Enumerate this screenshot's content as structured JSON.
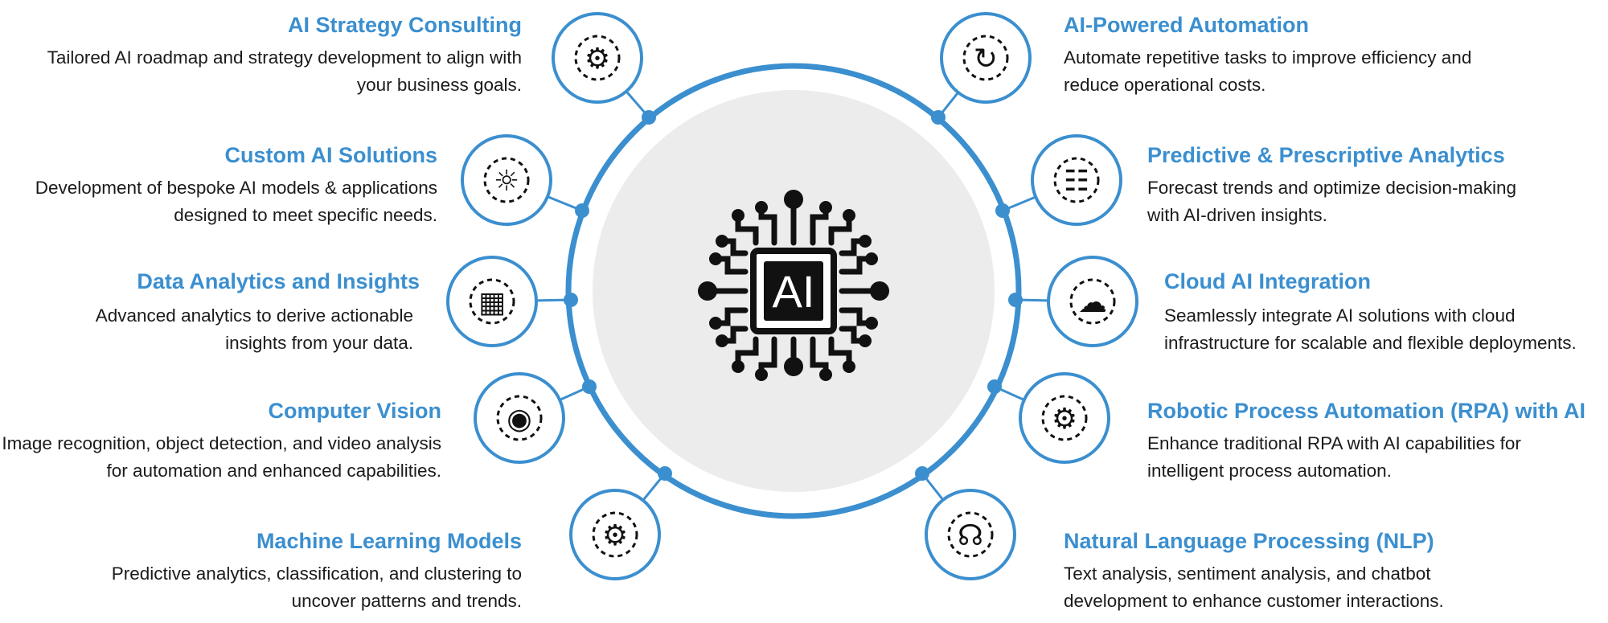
{
  "hub": {
    "label": "AI",
    "accent": "#3b8fcf",
    "icon": "ai-chip-icon"
  },
  "services": [
    {
      "title": "AI Strategy Consulting",
      "description": "Tailored AI roadmap and strategy development to align with your business goals.",
      "icon": "gear-brain-icon"
    },
    {
      "title": "Custom AI Solutions",
      "description": "Development of bespoke AI models & applications designed to meet specific needs.",
      "icon": "ai-lightbulb-icon"
    },
    {
      "title": "Data Analytics and Insights",
      "description": "Advanced analytics to derive actionable insights from your data.",
      "icon": "dashboard-icon"
    },
    {
      "title": "Computer Vision",
      "description": "Image recognition, object detection, and video analysis for automation and enhanced capabilities.",
      "icon": "eye-icon"
    },
    {
      "title": "Machine Learning Models",
      "description": "Predictive analytics, classification, and clustering to uncover patterns and trends.",
      "icon": "ml-gear-network-icon"
    },
    {
      "title": "AI-Powered Automation",
      "description": "Automate repetitive tasks to improve efficiency and reduce operational costs.",
      "icon": "ai-gear-cycle-icon"
    },
    {
      "title": "Predictive & Prescriptive Analytics",
      "description": "Forecast trends and optimize decision-making with AI-driven insights.",
      "icon": "report-magnifier-icon"
    },
    {
      "title": "Cloud AI Integration",
      "description": "Seamlessly integrate AI solutions with cloud infrastructure for scalable and flexible deployments.",
      "icon": "ai-cloud-icon"
    },
    {
      "title": "Robotic Process Automation (RPA) with AI",
      "description": "Enhance traditional RPA with AI capabilities for intelligent process automation.",
      "icon": "robot-gear-icon"
    },
    {
      "title": "Natural Language Processing (NLP)",
      "description": "Text analysis, sentiment analysis, and chatbot development to enhance customer interactions.",
      "icon": "nlp-network-icon"
    }
  ]
}
